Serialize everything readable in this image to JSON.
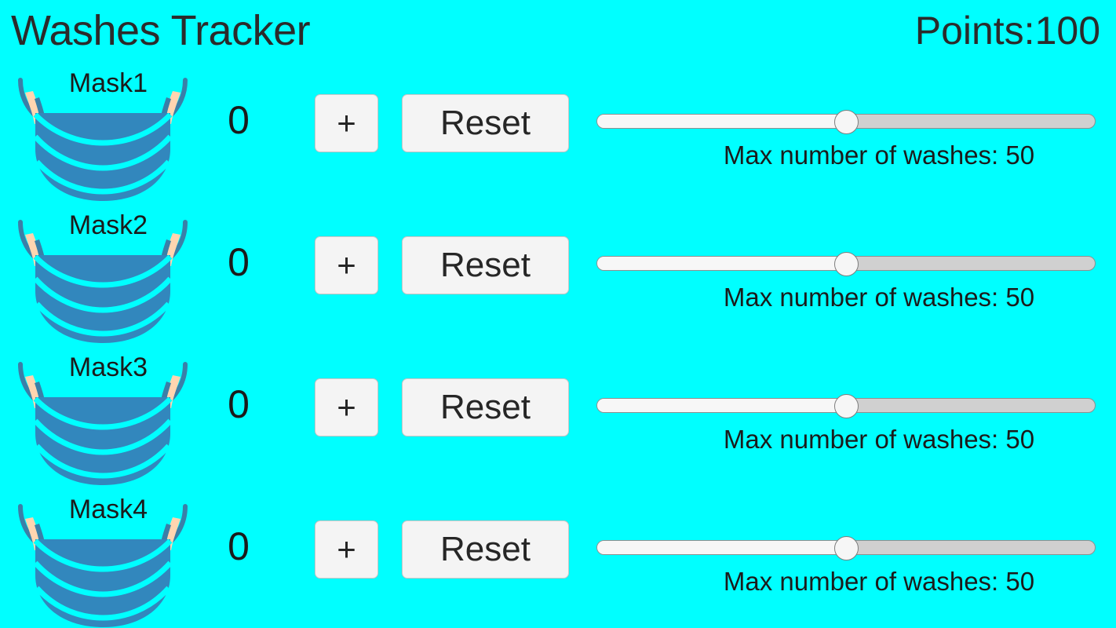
{
  "header": {
    "title": "Washes Tracker",
    "points_label": "Points:100"
  },
  "theme": {
    "background": "#00ffff",
    "text": "#2b2b2b",
    "button_bg": "#f4f4f4",
    "button_border": "#c9c9c9",
    "mask_body": "#3287bd",
    "mask_strap": "#3a7fa8",
    "mask_ear": "#ffd5b0",
    "slider_track": "#d0d0d0",
    "slider_fill": "#f7f7f7",
    "slider_thumb": "#f6f6f6"
  },
  "rows": [
    {
      "mask_icon": "face-mask-icon",
      "label": "Mask1",
      "count": "0",
      "increment_label": "+",
      "reset_label": "Reset",
      "slider_caption": "Max number of washes: 50",
      "slider_value": 50,
      "slider_percent": 50
    },
    {
      "mask_icon": "face-mask-icon",
      "label": "Mask2",
      "count": "0",
      "increment_label": "+",
      "reset_label": "Reset",
      "slider_caption": "Max number of washes: 50",
      "slider_value": 50,
      "slider_percent": 50
    },
    {
      "mask_icon": "face-mask-icon",
      "label": "Mask3",
      "count": "0",
      "increment_label": "+",
      "reset_label": "Reset",
      "slider_caption": "Max number of washes: 50",
      "slider_value": 50,
      "slider_percent": 50
    },
    {
      "mask_icon": "face-mask-icon",
      "label": "Mask4",
      "count": "0",
      "increment_label": "+",
      "reset_label": "Reset",
      "slider_caption": "Max number of washes: 50",
      "slider_value": 50,
      "slider_percent": 50
    }
  ]
}
